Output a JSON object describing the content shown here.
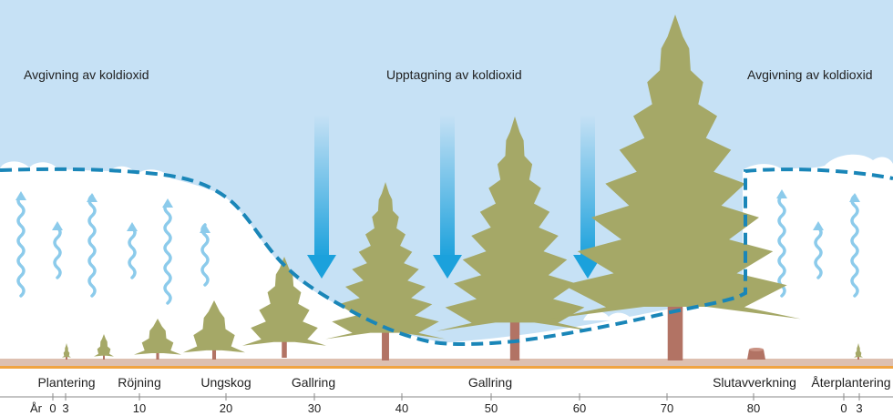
{
  "top_labels": {
    "left": "Avgivning av koldioxid",
    "center": "Upptagning av koldioxid",
    "right": "Avgivning av koldioxid"
  },
  "stages": [
    "Plantering",
    "Röjning",
    "Ungskog",
    "Gallring",
    "Gallring",
    "Slutavverkning",
    "Återplantering"
  ],
  "axis": {
    "prefix": "År",
    "ticks": [
      "0",
      "3",
      "10",
      "20",
      "30",
      "40",
      "50",
      "60",
      "70",
      "80",
      "0",
      "3"
    ]
  },
  "colors": {
    "sky": "#c6e1f5",
    "tree": "#a5a867",
    "trunk": "#b27364",
    "co2_dashed_line": "#1a86b8",
    "release_arrow": "#8ccbeb",
    "uptake_arrow": "#1ba1dc",
    "ground": "#ddc0b1",
    "ground_line": "#f0a442"
  }
}
